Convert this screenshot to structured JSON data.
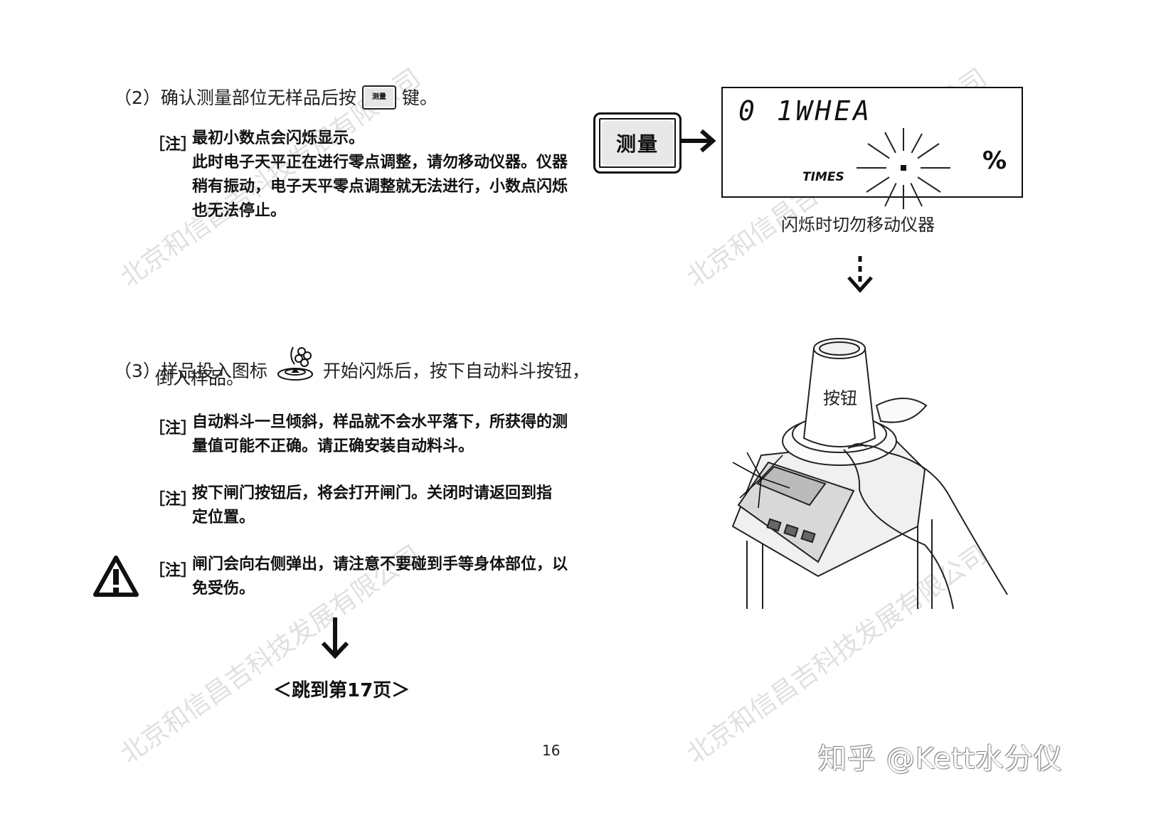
{
  "step2": {
    "prefix": "（2）确认测量部位无样品后按",
    "key_label": "测量",
    "suffix": "键。",
    "note": {
      "tag": "［注］",
      "lines": [
        "最初小数点会闪烁显示。",
        "此时电子天平正在进行零点调整，请勿移动仪器。仪器",
        "稍有振动，电子天平零点调整就无法进行，小数点闪烁",
        "也无法停止。"
      ]
    }
  },
  "figure1": {
    "key_label": "测量",
    "lcd_code": "0 1WHEA",
    "lcd_times": "TIMES",
    "lcd_percent": "%",
    "caption": "闪烁时切勿移动仪器"
  },
  "step3": {
    "line1_prefix": "（3）样品投入图标",
    "line1_suffix": "开始闪烁后，按下自动料斗按钮，",
    "line2": "倒入样品。",
    "notes": [
      {
        "tag": "［注］",
        "lines": [
          "自动料斗一旦倾斜，样品就不会水平落下，所获得的测",
          "量值可能不正确。请正确安装自动料斗。"
        ]
      },
      {
        "tag": "［注］",
        "lines": [
          "按下闸门按钮后，将会打开闸门。关闭时请返回到指",
          "定位置。"
        ]
      },
      {
        "tag": "［注］",
        "lines": [
          "闸门会向右侧弹出，请注意不要碰到手等身体部位，以",
          "免受伤。"
        ]
      }
    ]
  },
  "figure2": {
    "button_label": "按钮"
  },
  "jump_text": "＜跳到第17页＞",
  "page_number": "16",
  "watermark": {
    "left_top": "北京和信昌吉科技发展有限公司",
    "right_top": "北京和信昌吉科技发展有限公司",
    "left_bottom": "北京和信昌吉科技发展有限公司",
    "right_bottom": "北京和信昌吉科技发展有限公司"
  },
  "source_mark": "知乎 @Kett水分仪",
  "icons": [
    "measure-key-icon",
    "arrow-right-icon",
    "blink-burst-icon",
    "dashed-arrow-down-icon",
    "sample-input-icon",
    "warning-triangle-icon",
    "arrow-down-icon"
  ]
}
